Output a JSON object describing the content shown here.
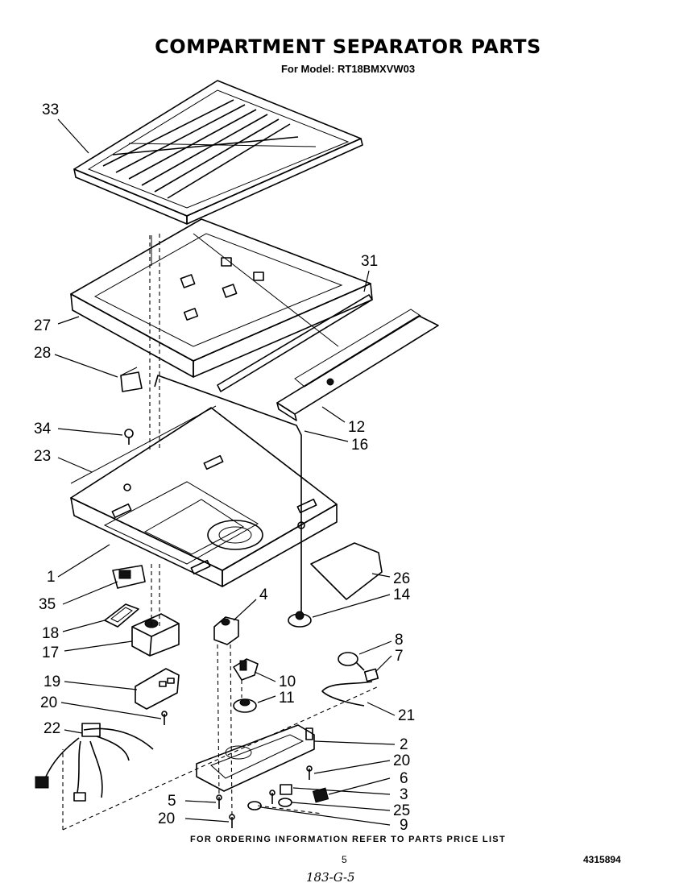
{
  "title": "COMPARTMENT SEPARATOR PARTS",
  "subtitle": "For Model: RT18BMXVW03",
  "footer_note": "FOR ORDERING INFORMATION REFER TO PARTS PRICE LIST",
  "page_number": "5",
  "document_number": "4315894",
  "handwritten_note": "183-G-5",
  "callouts": [
    {
      "id": "c33",
      "label": "33"
    },
    {
      "id": "c31",
      "label": "31"
    },
    {
      "id": "c27",
      "label": "27"
    },
    {
      "id": "c28",
      "label": "28"
    },
    {
      "id": "c12",
      "label": "12"
    },
    {
      "id": "c34",
      "label": "34"
    },
    {
      "id": "c16",
      "label": "16"
    },
    {
      "id": "c23",
      "label": "23"
    },
    {
      "id": "c1",
      "label": "1"
    },
    {
      "id": "c26",
      "label": "26"
    },
    {
      "id": "c35",
      "label": "35"
    },
    {
      "id": "c4",
      "label": "4"
    },
    {
      "id": "c14",
      "label": "14"
    },
    {
      "id": "c18",
      "label": "18"
    },
    {
      "id": "c17",
      "label": "17"
    },
    {
      "id": "c8",
      "label": "8"
    },
    {
      "id": "c7",
      "label": "7"
    },
    {
      "id": "c10",
      "label": "10"
    },
    {
      "id": "c19",
      "label": "19"
    },
    {
      "id": "c11",
      "label": "11"
    },
    {
      "id": "c20a",
      "label": "20"
    },
    {
      "id": "c21",
      "label": "21"
    },
    {
      "id": "c22",
      "label": "22"
    },
    {
      "id": "c2",
      "label": "2"
    },
    {
      "id": "c20b",
      "label": "20"
    },
    {
      "id": "c6",
      "label": "6"
    },
    {
      "id": "c5",
      "label": "5"
    },
    {
      "id": "c3",
      "label": "3"
    },
    {
      "id": "c25",
      "label": "25"
    },
    {
      "id": "c20c",
      "label": "20"
    },
    {
      "id": "c9",
      "label": "9"
    }
  ]
}
